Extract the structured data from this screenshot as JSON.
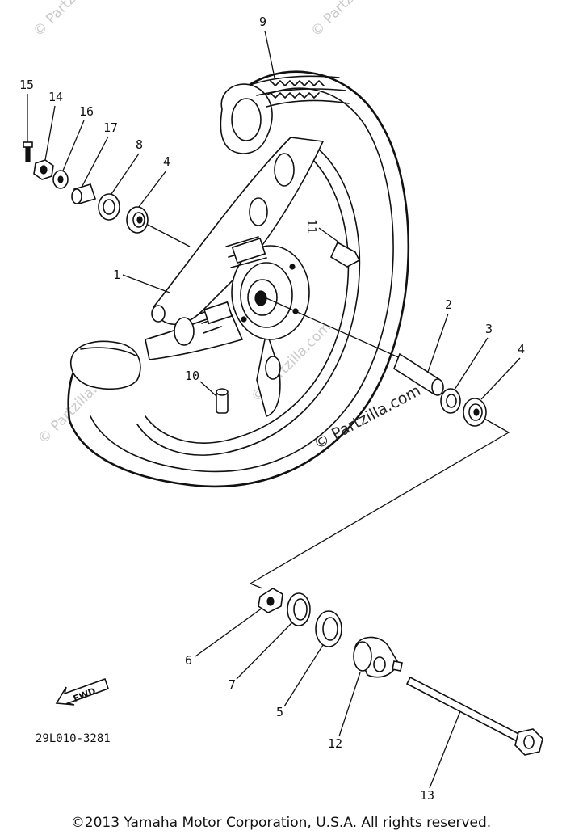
{
  "diagram": {
    "diagram_code": "29L010-3281",
    "fwd_label": "FWD",
    "callouts": [
      "15",
      "14",
      "16",
      "17",
      "8",
      "4",
      "9",
      "1",
      "11",
      "2",
      "3",
      "4",
      "10",
      "6",
      "7",
      "5",
      "12",
      "13"
    ],
    "watermarks": [
      "© Partzilla.com",
      "© Partzilla.com",
      "© Partzilla.com",
      "© Partzilla.com"
    ],
    "center_watermark": "© Partzilla.com"
  },
  "footer": {
    "copyright": "©2013  Yamaha Motor Corporation, U.S.A. All rights reserved."
  }
}
